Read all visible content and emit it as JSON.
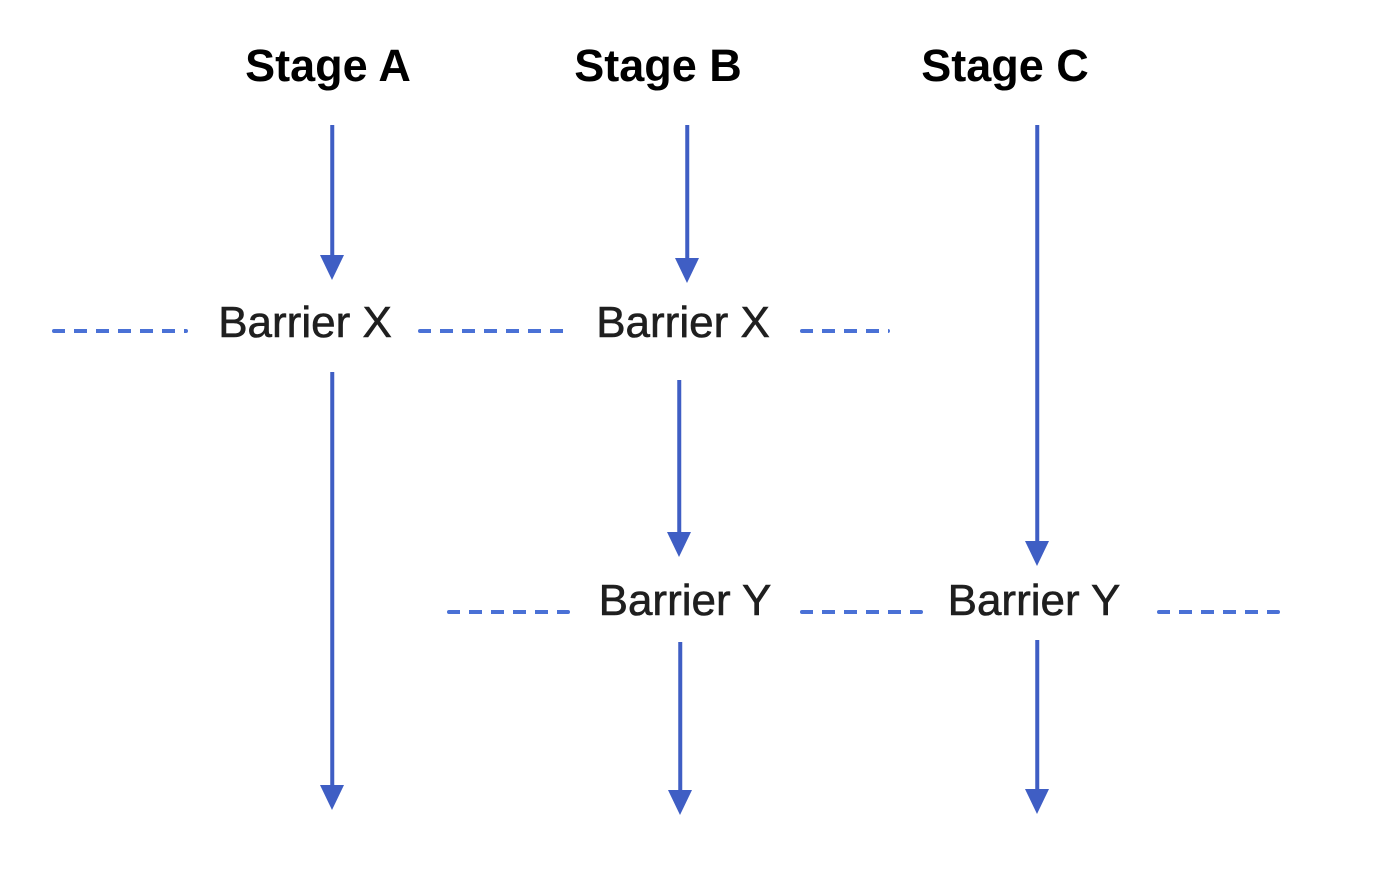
{
  "diagram": {
    "type": "pipeline-stage-barrier-flow",
    "stages": [
      {
        "label": "Stage A"
      },
      {
        "label": "Stage B"
      },
      {
        "label": "Stage C"
      }
    ],
    "barriers": {
      "x": "Barrier X",
      "y": "Barrier Y"
    },
    "columns": [
      {
        "stage": "Stage A",
        "crossings": [
          "Barrier X"
        ]
      },
      {
        "stage": "Stage B",
        "crossings": [
          "Barrier X",
          "Barrier Y"
        ]
      },
      {
        "stage": "Stage C",
        "crossings": [
          "Barrier Y"
        ]
      }
    ],
    "colors": {
      "arrow": "#3f5ec4",
      "dash": "#4a71d6",
      "heading": "#000000",
      "barrier_text": "#1f1f1f",
      "background": "#ffffff"
    }
  }
}
